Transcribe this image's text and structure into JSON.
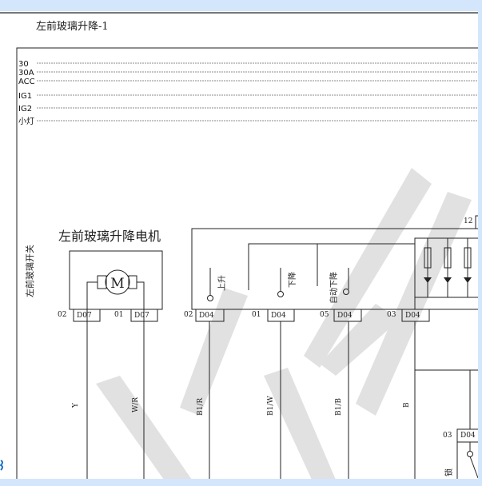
{
  "title": "左前玻璃升降-1",
  "bus_lines": [
    "30",
    "30A",
    "ACC",
    "IG1",
    "IG2",
    "小灯"
  ],
  "switch_label": "左前玻璃开关",
  "motor": {
    "label": "左前玻璃升降电机",
    "symbol": "M",
    "pins": [
      {
        "pin": "02",
        "connector": "D07"
      },
      {
        "pin": "01",
        "connector": "D07"
      }
    ]
  },
  "switch": {
    "contacts": [
      "上升",
      "下降",
      "自动下降"
    ],
    "pins": [
      {
        "pin": "02",
        "connector": "D04"
      },
      {
        "pin": "01",
        "connector": "D04"
      },
      {
        "pin": "05",
        "connector": "D04"
      },
      {
        "pin": "03",
        "connector": "D04"
      }
    ],
    "terminal": "12",
    "lock_pin": {
      "pin": "03",
      "connector": "D04"
    },
    "lock_label": "锁"
  },
  "wires": [
    "Y",
    "W/R",
    "B1/R",
    "B1/W",
    "B1/B",
    "B"
  ],
  "colors": {
    "frame": "#d3e6fb",
    "line": "#222222",
    "watermark": "#d9d9d9"
  }
}
